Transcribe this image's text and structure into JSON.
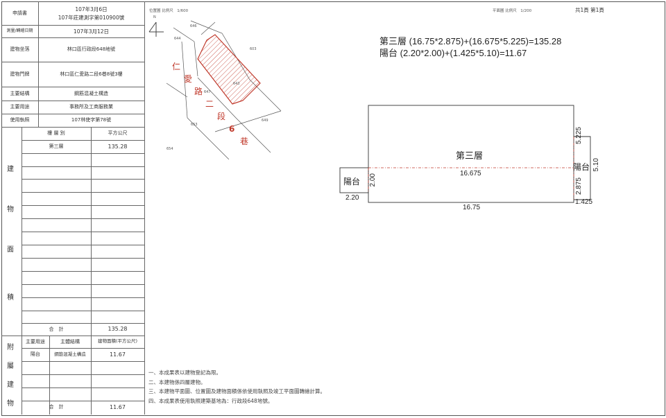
{
  "left": {
    "rows": [
      {
        "label": "申請書",
        "value_line1": "107年3月6日",
        "value_line2": "107年莊建測字第010900號"
      },
      {
        "label": "測量/轉繪日期",
        "value": "107年3月12日"
      },
      {
        "label": "建物坐落",
        "value": "林口區行政段648地號"
      },
      {
        "label": "建物門牌",
        "value": "林口區仁愛路二段6巷8號3樓"
      },
      {
        "label": "主要結構",
        "value": "鋼筋混凝土構造"
      },
      {
        "label": "主要用途",
        "value": "事務所及工商服務業"
      },
      {
        "label": "使用執照",
        "value": "107林使字第78號"
      }
    ],
    "area_header": {
      "floor": "樓 層 別",
      "sqm": "平方公尺"
    },
    "area_side_chars": [
      "建",
      "物",
      "面",
      "積"
    ],
    "area_rows": [
      {
        "floor": "第三層",
        "sqm": "135.28"
      }
    ],
    "area_total": {
      "label": "合　計",
      "value": "135.28"
    },
    "attach_side_chars": [
      "附",
      "屬",
      "建",
      "物"
    ],
    "attach_header": {
      "use": "主要用途",
      "struct": "主體結構",
      "area": "建物面積(平方公尺)"
    },
    "attach_rows": [
      {
        "use": "陽台",
        "struct": "鋼筋混凝土構造",
        "area": "11.67"
      }
    ],
    "attach_total": {
      "label": "合　計",
      "value": "11.67"
    }
  },
  "location_map": {
    "header": "位置圖  比例尺　1/600",
    "north_label": "N",
    "parcels": [
      "646",
      "644",
      "603",
      "643",
      "647",
      "653",
      "649",
      "654"
    ],
    "road_chars": [
      "仁",
      "愛",
      "路",
      "二",
      "段",
      "6",
      "巷"
    ]
  },
  "plan": {
    "header_scale": "平面圖  比例尺　1/200",
    "page_info": "共1頁  第1頁",
    "formula1": "第三層 (16.75*2.875)+(16.675*5.225)=135.28",
    "formula2": "陽台 (2.20*2.00)+(1.425*5.10)=11.67",
    "main_label": "第三層",
    "balcony_label_left": "陽台",
    "balcony_label_right": "陽台",
    "dims": {
      "inner_width": "16.675",
      "bottom_width": "16.75",
      "left_balcony_width": "2.20",
      "left_balcony_depth": "2.00",
      "right_upper": "5.225",
      "right_lower": "2.875",
      "right_total": "5.10",
      "right_balcony_width": "1.425"
    }
  },
  "notes": [
    "一、本成果表以建物登記為限。",
    "二、本建物係四層建物。",
    "三、本建物平面圖、位置圖及建物面積係依使用執照及竣工平面圖轉繪計算。",
    "四、本成果表使用執照建築基地為：行政段648地號。"
  ]
}
